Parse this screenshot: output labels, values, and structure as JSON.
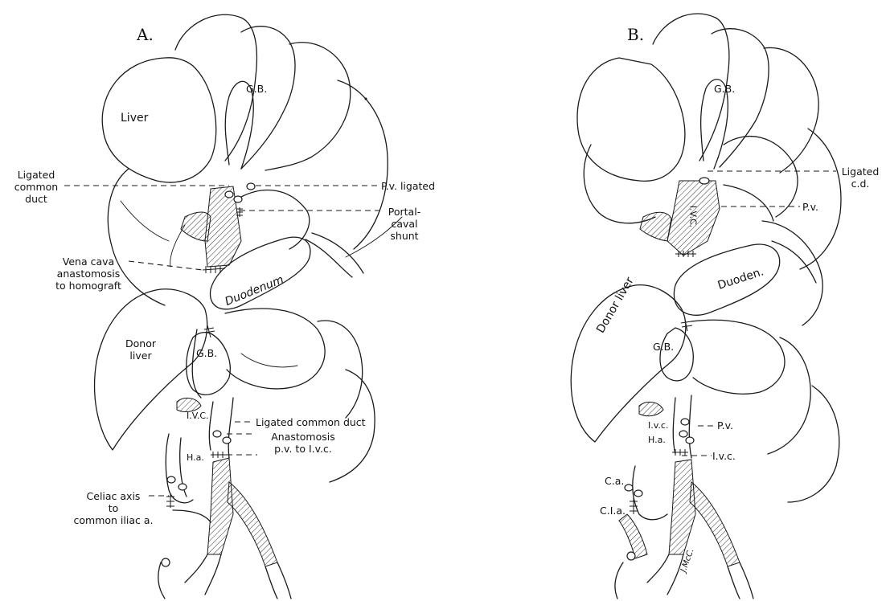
{
  "panels": {
    "a": {
      "letter": "A.",
      "labels": {
        "liver": "Liver",
        "gb_upper": "G.B.",
        "ligated_common_duct": [
          "Ligated",
          "common",
          "duct"
        ],
        "pv_ligated": "P.v. ligated",
        "portal_caval_shunt": [
          "Portal-",
          "caval",
          "shunt"
        ],
        "vena_cava_anastomosis": [
          "Vena cava",
          "anastomosis",
          "to homograft"
        ],
        "duodenum": "Duodenum",
        "donor_liver": [
          "Donor",
          "liver"
        ],
        "gb_lower": "G.B.",
        "ivc": "I.V.C.",
        "ha": "H.a.",
        "ligated_common_duct_lower": "Ligated common duct",
        "anastomosis_pv_ivc": [
          "Anastomosis",
          "p.v. to I.v.c."
        ],
        "celiac_axis": [
          "Celiac axis",
          "to",
          "common iliac a."
        ]
      }
    },
    "b": {
      "letter": "B.",
      "labels": {
        "gb_upper": "G.B.",
        "ligated_cd": [
          "Ligated",
          "c.d."
        ],
        "pv_upper": "P.v.",
        "ivc_hatched": "I.V.C.",
        "duoden": "Duoden.",
        "donor_liver": "Donor liver",
        "gb_lower": "G.B.",
        "ivc_lower": "I.v.c.",
        "pv_lower": "P.v.",
        "ha": "H.a.",
        "ivc_right": "I.v.c.",
        "ca": "C.a.",
        "cia": "C.I.a.",
        "signature": "J.McC."
      }
    }
  }
}
